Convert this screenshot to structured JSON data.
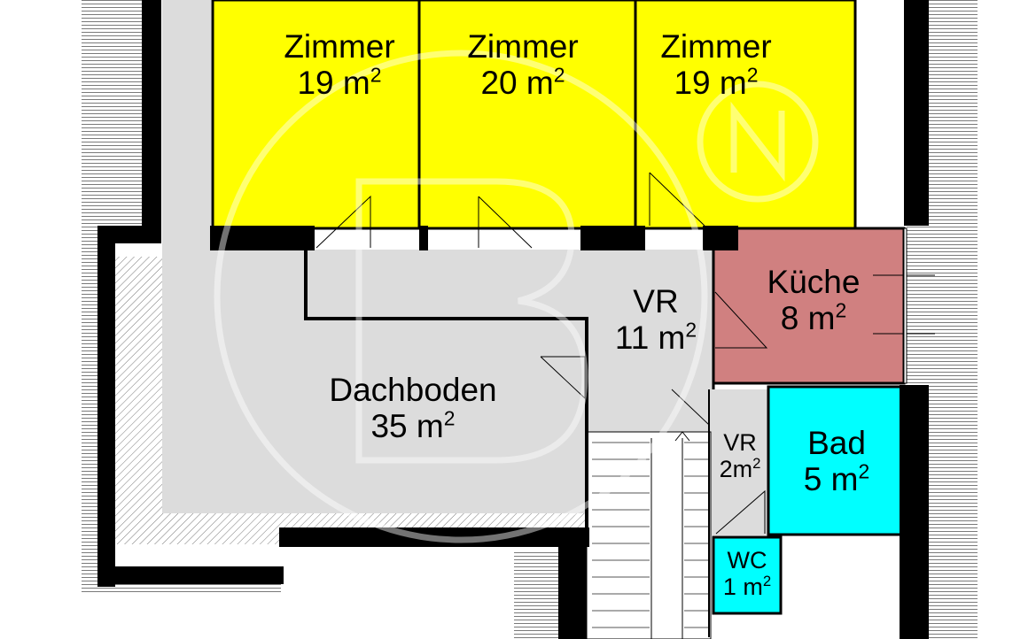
{
  "plan": {
    "colors": {
      "zimmer": "#ffff00",
      "kueche": "#d08080",
      "bad": "#00ffff",
      "wc": "#00ffff",
      "corridor": "#dcdcdc",
      "wall": "#000000",
      "roof_hatch": "#7a7a7a"
    },
    "watermark": "B3 (N)",
    "area_unit_sup": "2",
    "rooms": [
      {
        "id": "zimmer-1",
        "name": "Zimmer",
        "area": "19 m",
        "sup": true
      },
      {
        "id": "zimmer-2",
        "name": "Zimmer",
        "area": "20 m",
        "sup": true
      },
      {
        "id": "zimmer-3",
        "name": "Zimmer",
        "area": "19 m",
        "sup": true
      },
      {
        "id": "kueche",
        "name": "Küche",
        "area": "8 m",
        "sup": true
      },
      {
        "id": "vr-main",
        "name": "VR",
        "area": "11 m",
        "sup": true
      },
      {
        "id": "dachboden",
        "name": "Dachboden",
        "area": "35 m",
        "sup": true
      },
      {
        "id": "vr-small",
        "name": "VR",
        "area": "2m",
        "sup": true
      },
      {
        "id": "bad",
        "name": "Bad",
        "area": "5 m",
        "sup": true
      },
      {
        "id": "wc",
        "name": "WC",
        "area": "1 m",
        "sup": true
      }
    ]
  }
}
